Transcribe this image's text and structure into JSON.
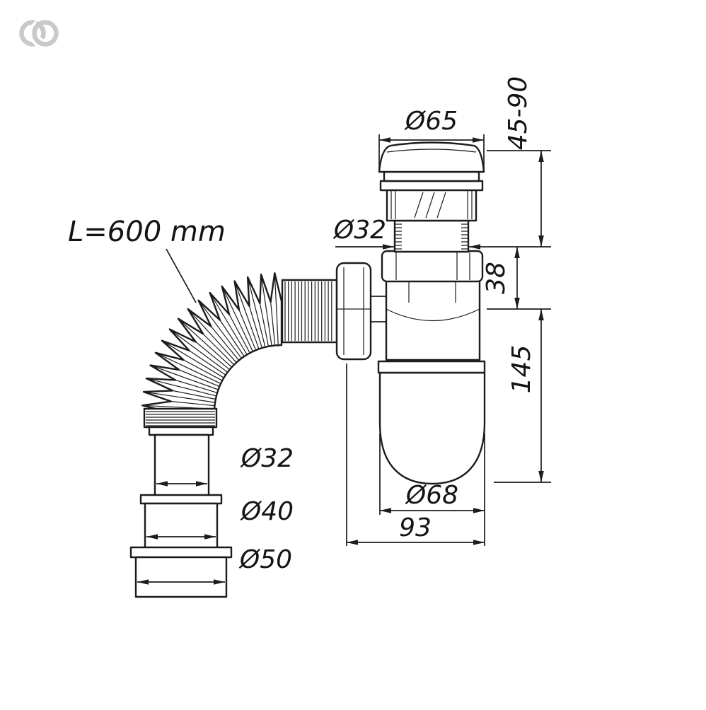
{
  "page": {
    "background": "#ffffff",
    "line_color": "#1c1c1c",
    "logo_color": "#c9c9c9"
  },
  "labels": {
    "hose_length": "L=600 mm",
    "cap_diameter": "Ø65",
    "height_range": "45-90",
    "tailpiece_diameter": "Ø32",
    "nut_offset": "38",
    "trap_height": "145",
    "cup_diameter": "Ø68",
    "trap_width": "93",
    "outlet_small_diameter": "Ø32",
    "outlet_mid_diameter": "Ø40",
    "outlet_large_diameter": "Ø50"
  }
}
